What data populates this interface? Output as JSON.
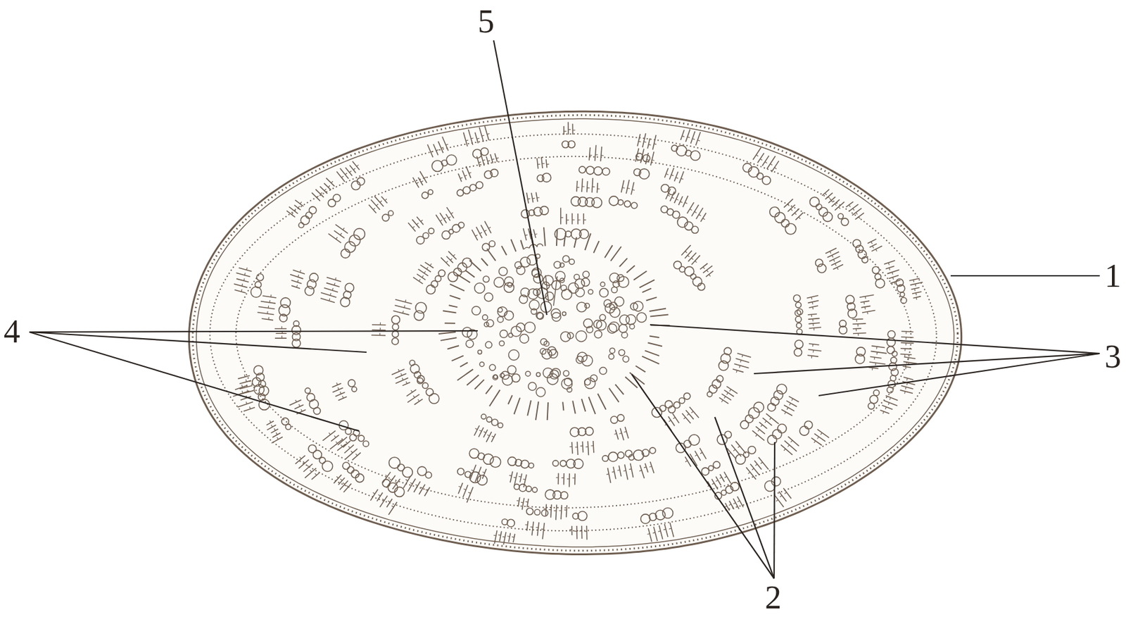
{
  "diagram": {
    "labels": [
      "5",
      "1",
      "4",
      "3",
      "2"
    ]
  }
}
